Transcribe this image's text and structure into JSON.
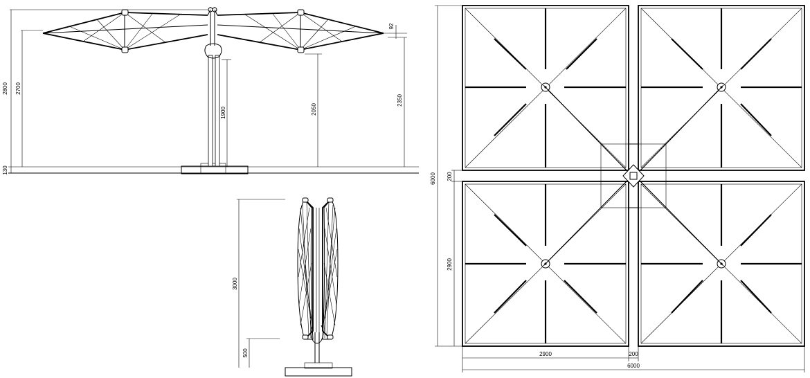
{
  "drawing": {
    "side_elevation": {
      "dimensions": {
        "total_height": "2800",
        "canopy_height": "2700",
        "base_height": "130",
        "arm_height": "1900",
        "edge_height": "2050",
        "pivot_height": "2350",
        "canopy_drop": "92"
      }
    },
    "closed_view": {
      "dimensions": {
        "closed_height": "3000",
        "base_clearance": "500"
      }
    },
    "plan_view": {
      "dimensions": {
        "overall_height": "6000",
        "gap_vertical": "200",
        "module_height": "2900",
        "module_width": "2900",
        "gap_horizontal": "200",
        "overall_width": "6000"
      }
    }
  }
}
